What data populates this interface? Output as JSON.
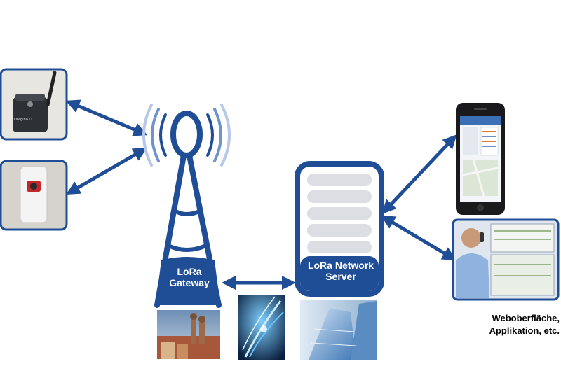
{
  "colors": {
    "primary_blue": "#1f4e96",
    "wave_light": "#9fb7e0",
    "server_slot": "#dcdee3",
    "label_text": "#ffffff"
  },
  "gateway": {
    "line1": "LoRa",
    "line2": "Gateway"
  },
  "network_server": {
    "line1": "LoRa Network",
    "line2": "Server"
  },
  "web": {
    "line1": "Weboberfläche,",
    "line2": "Applikation,  etc."
  },
  "sensor_photo_top": {
    "label": "Dragino LT"
  },
  "icons": [
    "sensor-device-icon",
    "push-button-device-icon",
    "gateway-tower-icon",
    "server-rack-icon",
    "smartphone-icon",
    "operator-workstation-icon",
    "city-skyline-icon",
    "fiber-optic-icon",
    "office-building-icon"
  ]
}
